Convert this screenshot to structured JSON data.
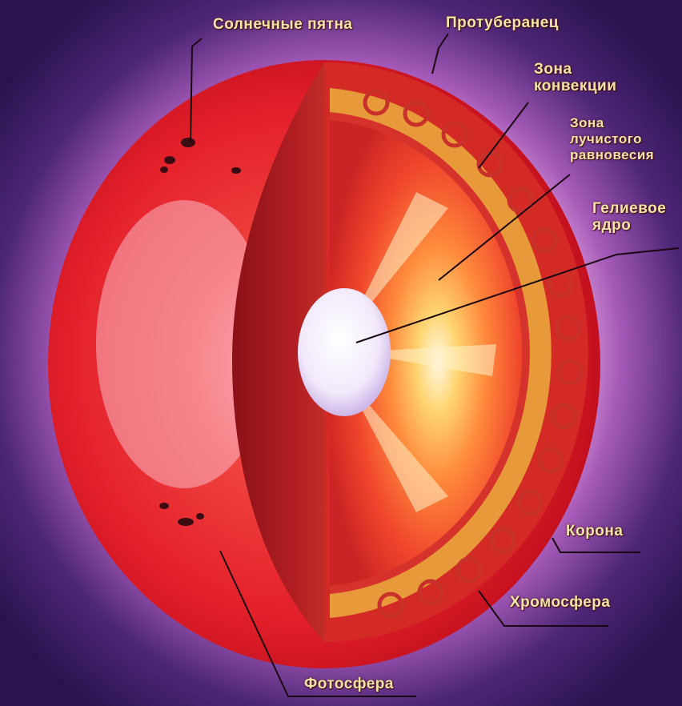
{
  "labels": {
    "sunspots": "Солнечные пятна",
    "prominence": "Протуберанец",
    "convection_zone": "Зона\nконвекции",
    "radiative_zone": "Зона\nлучистого\nравновесия",
    "helium_core": "Гелиевое\nядро",
    "corona": "Корона",
    "chromosphere": "Хромосфера",
    "photosphere": "Фотосфера"
  },
  "colors": {
    "background_outer": "#3a1a66",
    "glow": "#f3c6e8",
    "sun_surface": "#e4202a",
    "section_face": "#ff7a3a",
    "core": "#f4eef8",
    "convection_band": "#e8a23a",
    "label_text": "#f1e6a6"
  }
}
